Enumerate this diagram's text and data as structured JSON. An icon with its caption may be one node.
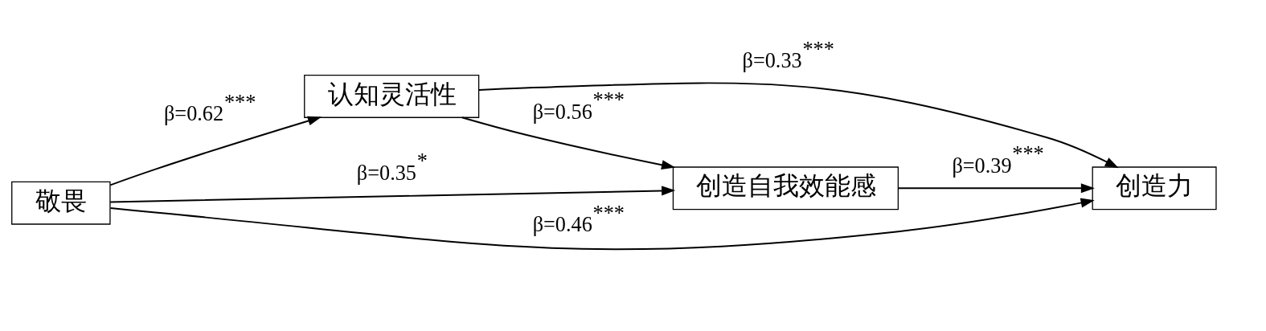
{
  "diagram": {
    "nodes": [
      {
        "text": [
          "敬畏"
        ]
      },
      {
        "text": [
          "认知灵活性"
        ]
      },
      {
        "text": [
          "创造自我效能感"
        ]
      },
      {
        "text": [
          "创造力"
        ]
      }
    ],
    "edges": [
      {
        "from": 0,
        "to": 1,
        "arrow": "to",
        "label": "β=0.62$^{***}$"
      },
      {
        "from": 1,
        "to": 2,
        "arrow": "to",
        "label": "β=0.56$^{***}$"
      },
      {
        "from": 0,
        "to": 2,
        "arrow": "to",
        "label": "β=0.35$^{*}$"
      },
      {
        "from": 1,
        "to": 3,
        "arrow": "to",
        "label": "β=0.33$^{***}$"
      },
      {
        "from": 2,
        "to": 3,
        "arrow": "to",
        "label": "β=0.39$^{***}$"
      },
      {
        "from": 0,
        "to": 3,
        "arrow": "to",
        "label": "β=0.46$^{***}$"
      }
    ]
  }
}
